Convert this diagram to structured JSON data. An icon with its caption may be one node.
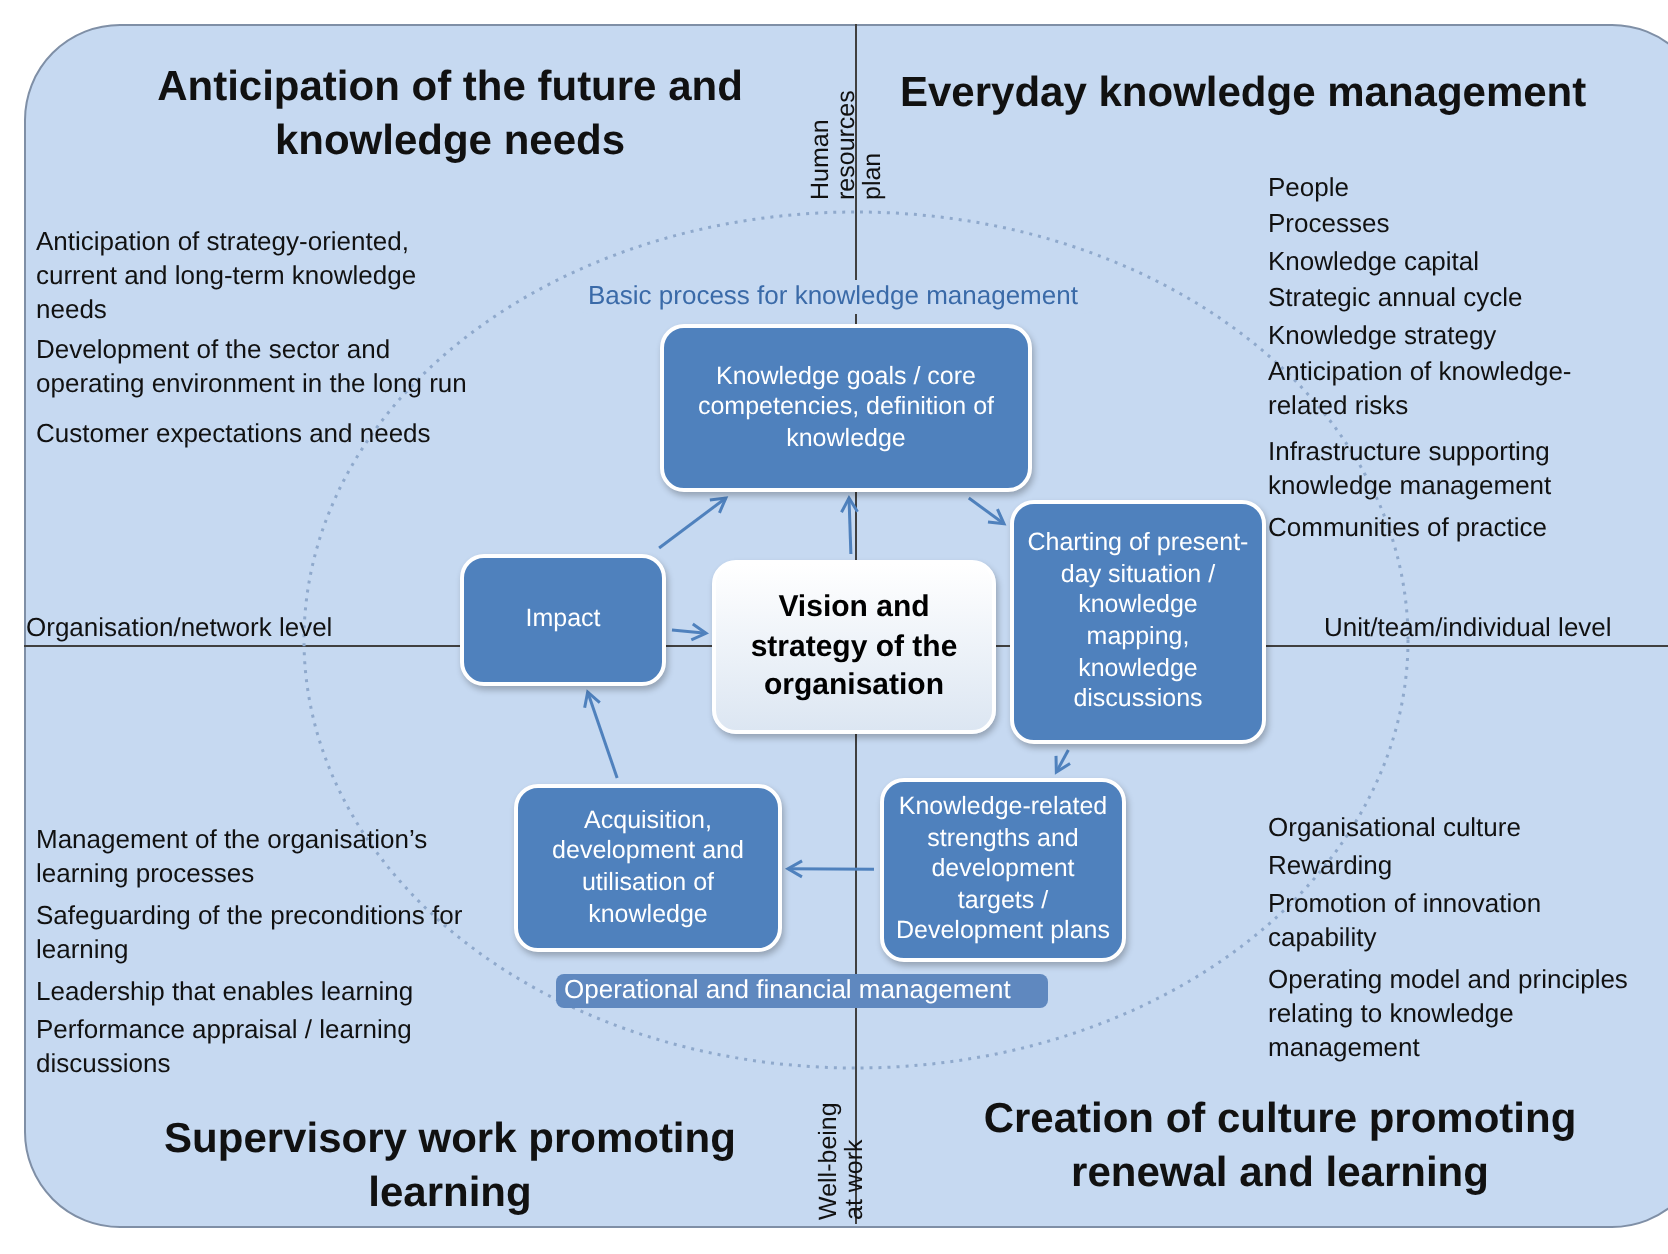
{
  "diagram": {
    "nodes": [
      {
        "text": [
          "Knowledge goals / core competencies, definition of knowledge"
        ]
      },
      {
        "text": [
          "Impact"
        ]
      },
      {
        "text": [
          "Vision and strategy of the organisation"
        ]
      },
      {
        "text": [
          "Charting of present-day situation / knowledge mapping, knowledge discussions"
        ]
      },
      {
        "text": [
          "Acquisition, development and utilisation of knowledge"
        ]
      },
      {
        "text": [
          "Knowledge-related strengths and development targets / Development plans"
        ]
      }
    ],
    "edges": [
      {
        "from": 2,
        "to": 0,
        "arrow": "to"
      },
      {
        "from": 0,
        "to": 3,
        "arrow": "to"
      },
      {
        "from": 3,
        "to": 5,
        "arrow": "to"
      },
      {
        "from": 5,
        "to": 4,
        "arrow": "to"
      },
      {
        "from": 4,
        "to": 1,
        "arrow": "to"
      },
      {
        "from": 1,
        "to": 0,
        "arrow": "to"
      },
      {
        "from": 1,
        "to": 2,
        "arrow": "to"
      }
    ],
    "labels": [
      "Anticipation of the future and knowledge needs",
      "Human resources plan",
      "Everyday knowledge management",
      "Anticipation of strategy-oriented, current and long-term knowledge needs",
      "Development of the sector and operating environment in the long run",
      "Customer expectations and needs",
      "People",
      "Processes",
      "Knowledge capital",
      "Strategic annual cycle",
      "Knowledge strategy",
      "Anticipation of knowledge-related risks",
      "Infrastructure supporting knowledge management",
      "Communities of practice",
      "Basic process for knowledge management",
      "Organisation/network level",
      "Unit/team/individual level",
      "Management of the organisation’s learning processes",
      "Safeguarding of the preconditions for learning",
      "Leadership that enables learning",
      "Performance appraisal / learning discussions",
      "Organisational culture",
      "Rewarding",
      "Promotion of innovation capability",
      "Operating model and principles relating to knowledge management",
      "Operational and financial management",
      "Supervisory work promoting learning",
      "Well-being at work",
      "Creation of culture promoting renewal and learning"
    ]
  }
}
